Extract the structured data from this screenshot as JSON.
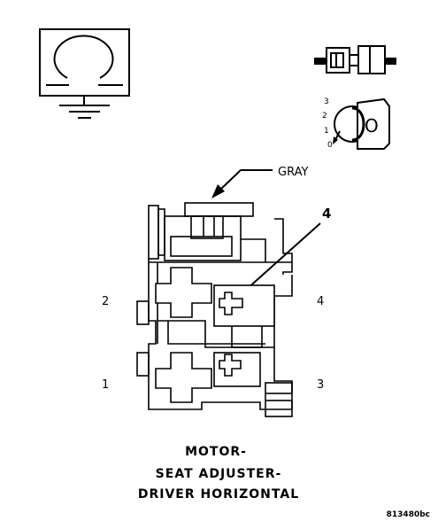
{
  "labels": {
    "wire_color": "GRAY",
    "callout_number": "4",
    "pin_2": "2",
    "pin_4": "4",
    "pin_1": "1",
    "pin_3": "3",
    "position_3": "3",
    "position_2": "2",
    "position_1": "1",
    "position_0": "0",
    "key_letter": "O"
  },
  "title": {
    "line1": "MOTOR-",
    "line2": "SEAT ADJUSTER-",
    "line3": "DRIVER HORIZONTAL"
  },
  "figure_id": "813480bc",
  "icons": {
    "top_left": "ground-symbol-icon",
    "top_right_1": "connector-plug-icon",
    "top_right_2": "ignition-switch-key-icon"
  }
}
